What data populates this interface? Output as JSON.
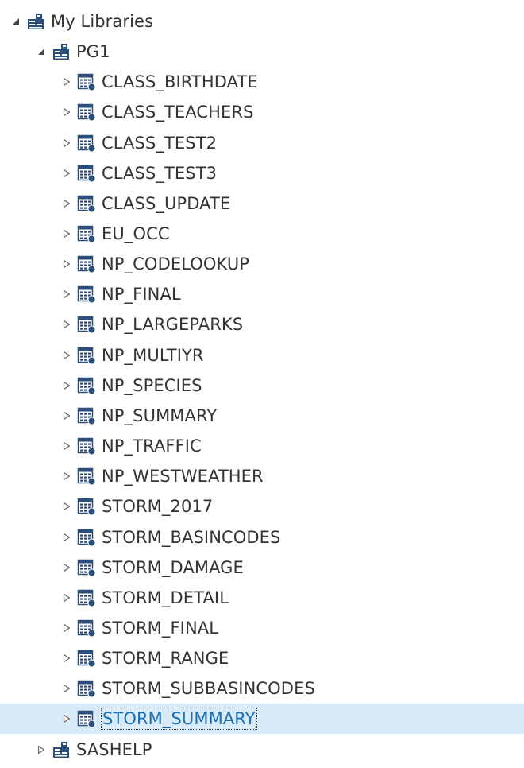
{
  "tree": {
    "root": {
      "label": "My Libraries",
      "icon": "library-icon",
      "expanded": true
    },
    "libraries": [
      {
        "label": "PG1",
        "icon": "library-icon",
        "expanded": true,
        "tables": [
          "CLASS_BIRTHDATE",
          "CLASS_TEACHERS",
          "CLASS_TEST2",
          "CLASS_TEST3",
          "CLASS_UPDATE",
          "EU_OCC",
          "NP_CODELOOKUP",
          "NP_FINAL",
          "NP_LARGEPARKS",
          "NP_MULTIYR",
          "NP_SPECIES",
          "NP_SUMMARY",
          "NP_TRAFFIC",
          "NP_WESTWEATHER",
          "STORM_2017",
          "STORM_BASINCODES",
          "STORM_DAMAGE",
          "STORM_DETAIL",
          "STORM_FINAL",
          "STORM_RANGE",
          "STORM_SUBBASINCODES",
          "STORM_SUMMARY"
        ],
        "selected_table": "STORM_SUMMARY"
      },
      {
        "label": "SASHELP",
        "icon": "library-icon",
        "expanded": false
      }
    ],
    "colors": {
      "selection_bg": "#d9ebf9",
      "selected_text": "#1a6fb3",
      "text": "#333333",
      "icon_blue": "#2a4d7a"
    }
  }
}
